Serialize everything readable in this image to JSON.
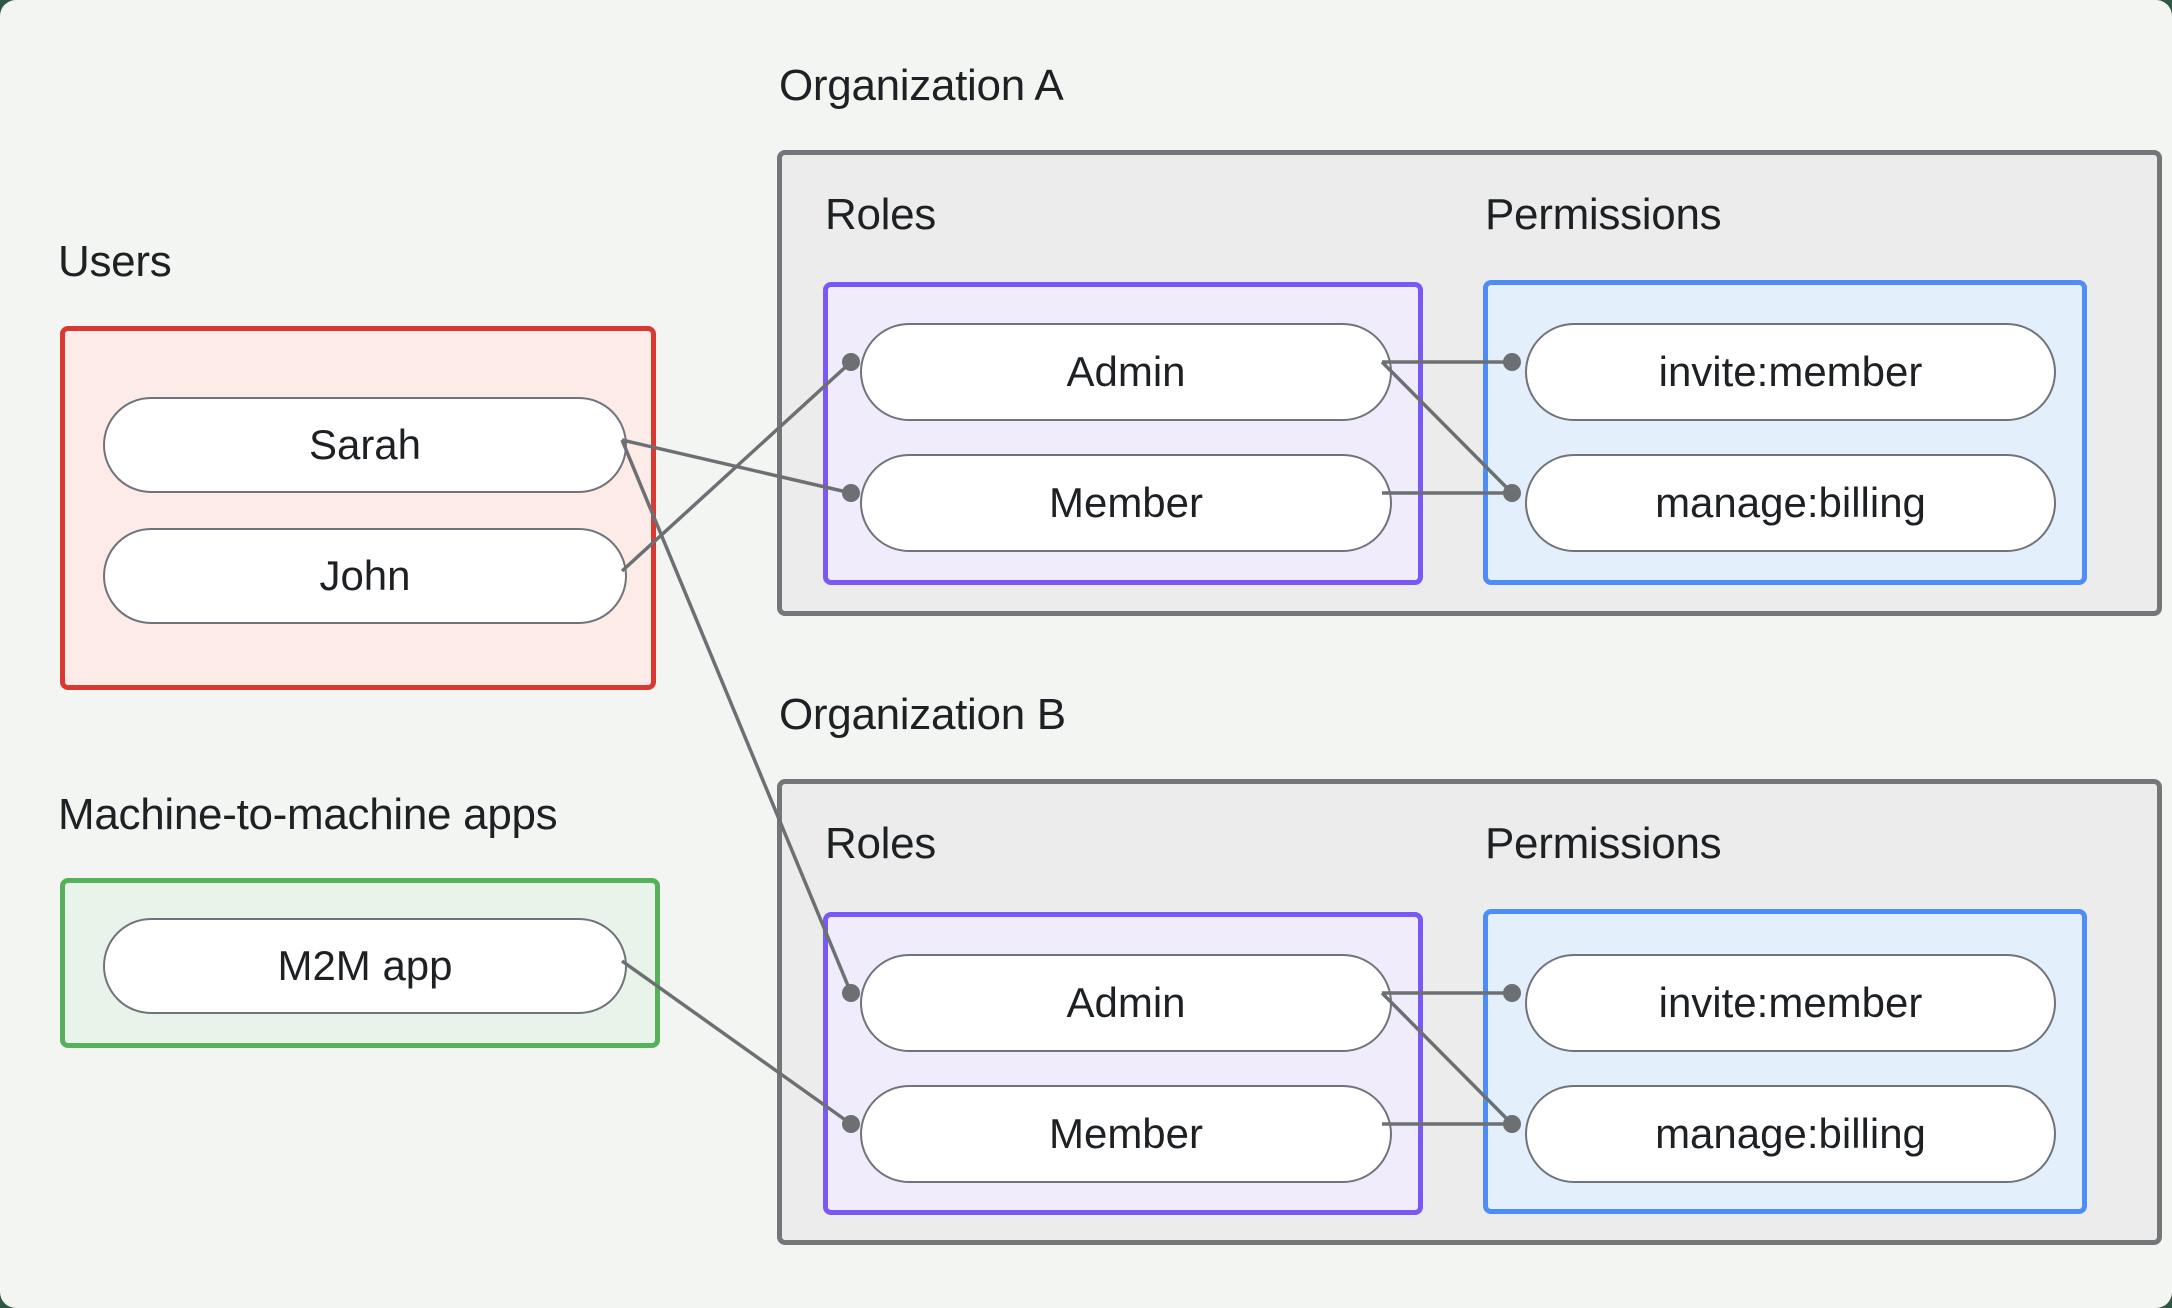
{
  "users_group": {
    "label": "Users",
    "items": [
      {
        "label": "Sarah"
      },
      {
        "label": "John"
      }
    ]
  },
  "m2m_group": {
    "label": "Machine-to-machine apps",
    "items": [
      {
        "label": "M2M app"
      }
    ]
  },
  "org_a": {
    "title": "Organization A",
    "roles_label": "Roles",
    "permissions_label": "Permissions",
    "roles": [
      {
        "label": "Admin"
      },
      {
        "label": "Member"
      }
    ],
    "permissions": [
      {
        "label": "invite:member"
      },
      {
        "label": "manage:billing"
      }
    ]
  },
  "org_b": {
    "title": "Organization B",
    "roles_label": "Roles",
    "permissions_label": "Permissions",
    "roles": [
      {
        "label": "Admin"
      },
      {
        "label": "Member"
      }
    ],
    "permissions": [
      {
        "label": "invite:member"
      },
      {
        "label": "manage:billing"
      }
    ]
  },
  "connections": [
    {
      "from": "Sarah",
      "to": "Organization A > Member"
    },
    {
      "from": "John",
      "to": "Organization A > Admin"
    },
    {
      "from": "Sarah",
      "to": "Organization B > Admin"
    },
    {
      "from": "M2M app",
      "to": "Organization B > Member"
    },
    {
      "from": "Organization A > Admin",
      "to": "Organization A > invite:member"
    },
    {
      "from": "Organization A > Admin",
      "to": "Organization A > manage:billing"
    },
    {
      "from": "Organization A > Member",
      "to": "Organization A > manage:billing"
    },
    {
      "from": "Organization B > Admin",
      "to": "Organization B > invite:member"
    },
    {
      "from": "Organization B > Admin",
      "to": "Organization B > manage:billing"
    },
    {
      "from": "Organization B > Member",
      "to": "Organization B > manage:billing"
    }
  ],
  "colors": {
    "page_bg": "#2e5843",
    "canvas": "#f3f5f3",
    "org_fill": "#ececec",
    "org_border": "#74777a",
    "users_border": "#d83a31",
    "users_fill": "#fcebe7",
    "m2m_border": "#57b15b",
    "m2m_fill": "#e8f4e9",
    "roles_border": "#7a58f5",
    "roles_fill": "#f1ecfc",
    "permissions_border": "#4e8df6",
    "permissions_fill": "#e4effc",
    "edge": "#6d7073",
    "text": "#1e2124"
  }
}
